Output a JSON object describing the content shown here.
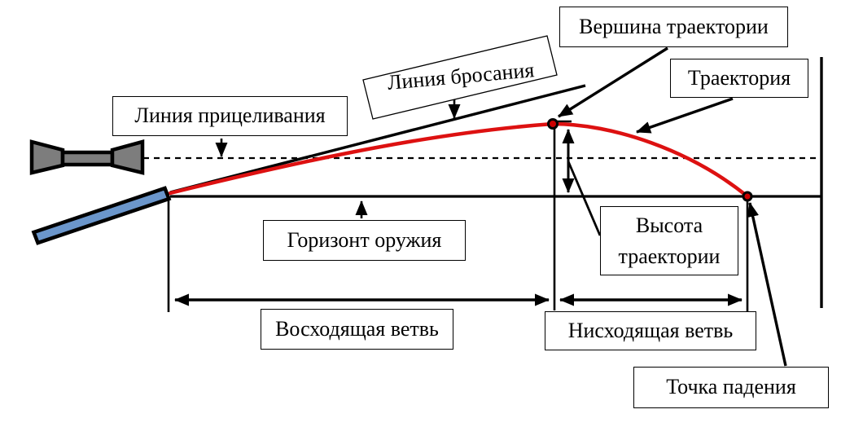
{
  "diagram": {
    "labels": {
      "apex_label": "Вершина траектории",
      "trajectory_label": "Траектория",
      "throw_line_label": "Линия бросания",
      "aim_line_label": "Линия прицеливания",
      "horizon_label": "Горизонт оружия",
      "height_label": "Высота траектории",
      "ascending_label": "Восходящая ветвь",
      "descending_label": "Нисходящая ветвь",
      "impact_label": "Точка падения"
    },
    "colors": {
      "trajectory_red": "#dd1111",
      "marker_red": "#cc0000",
      "line_black": "#000000",
      "barrel_blue": "#6b96cb",
      "scope_gray": "#7d7d7d",
      "box_bg": "#ffffff",
      "box_border": "#000000"
    }
  }
}
